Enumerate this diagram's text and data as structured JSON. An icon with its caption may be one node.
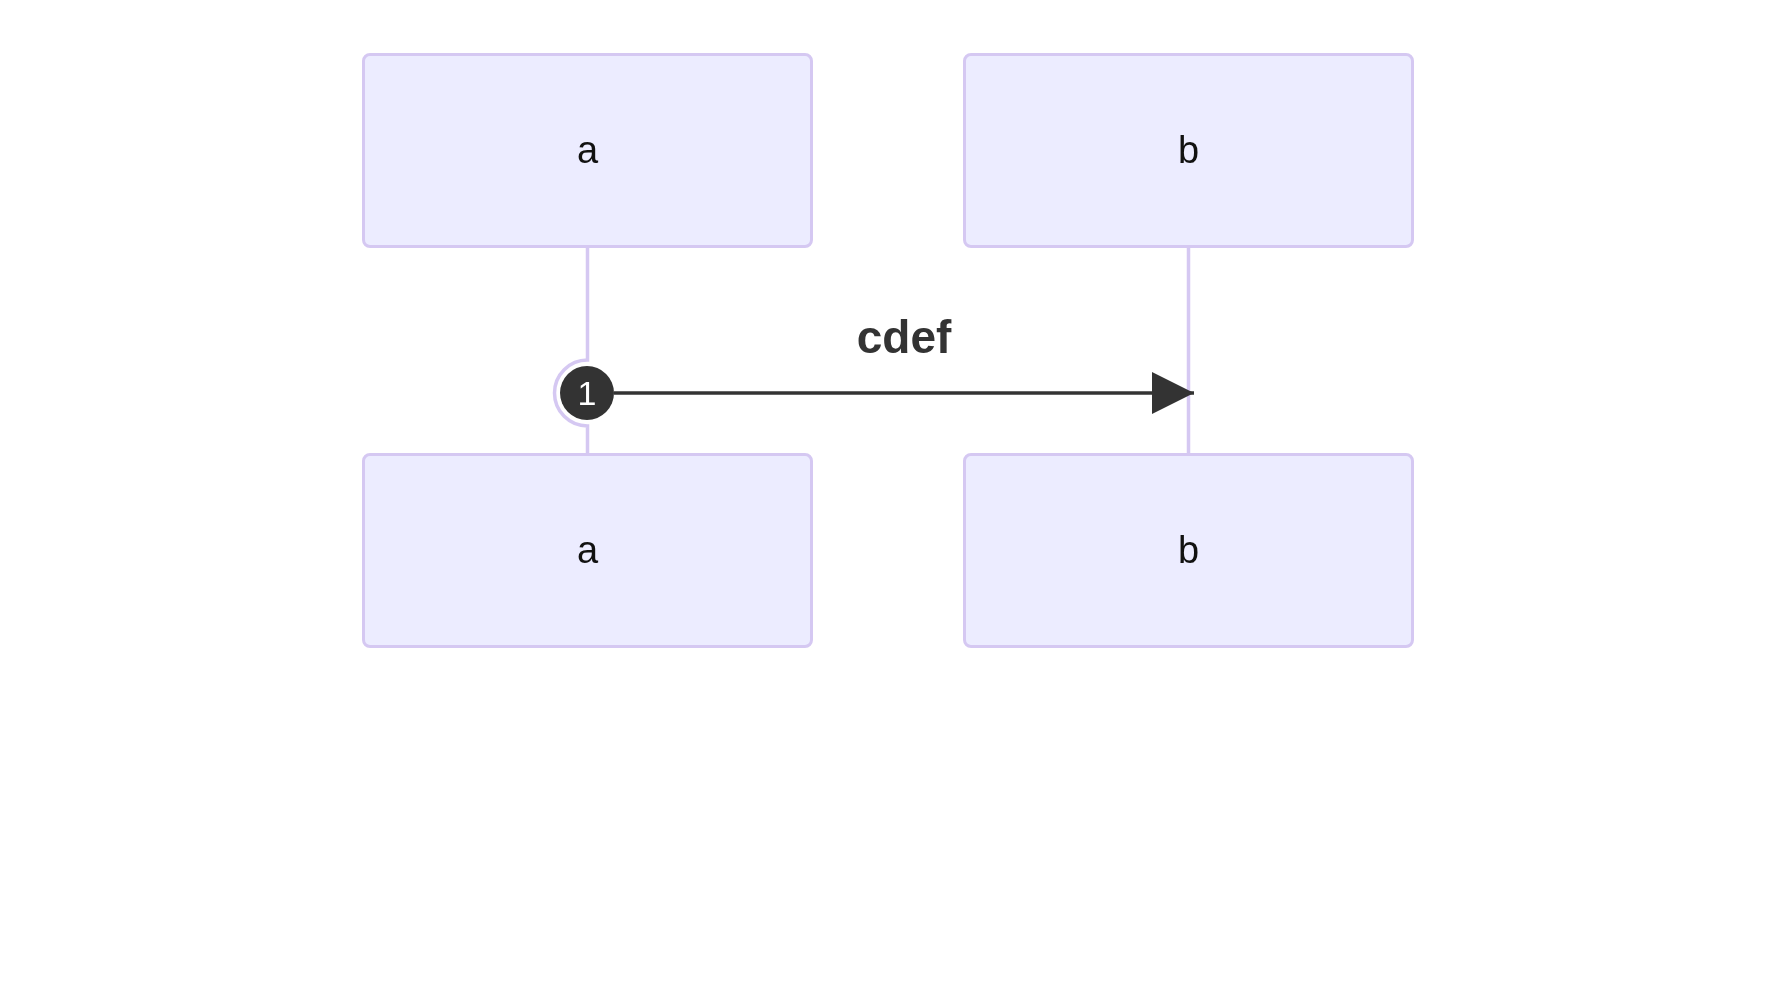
{
  "diagram": {
    "nodes": [
      {
        "text": [
          "a"
        ]
      },
      {
        "text": [
          "b"
        ]
      },
      {
        "text": [
          "a"
        ]
      },
      {
        "text": [
          "b"
        ]
      },
      {
        "text": [
          "1"
        ]
      }
    ],
    "edges": [
      {
        "from": 0,
        "to": 2,
        "arrow": "none"
      },
      {
        "from": 1,
        "to": 3,
        "arrow": "none"
      },
      {
        "from": 4,
        "to": null,
        "arrow": "to",
        "label": "cdef",
        "color": "#333333"
      }
    ]
  }
}
